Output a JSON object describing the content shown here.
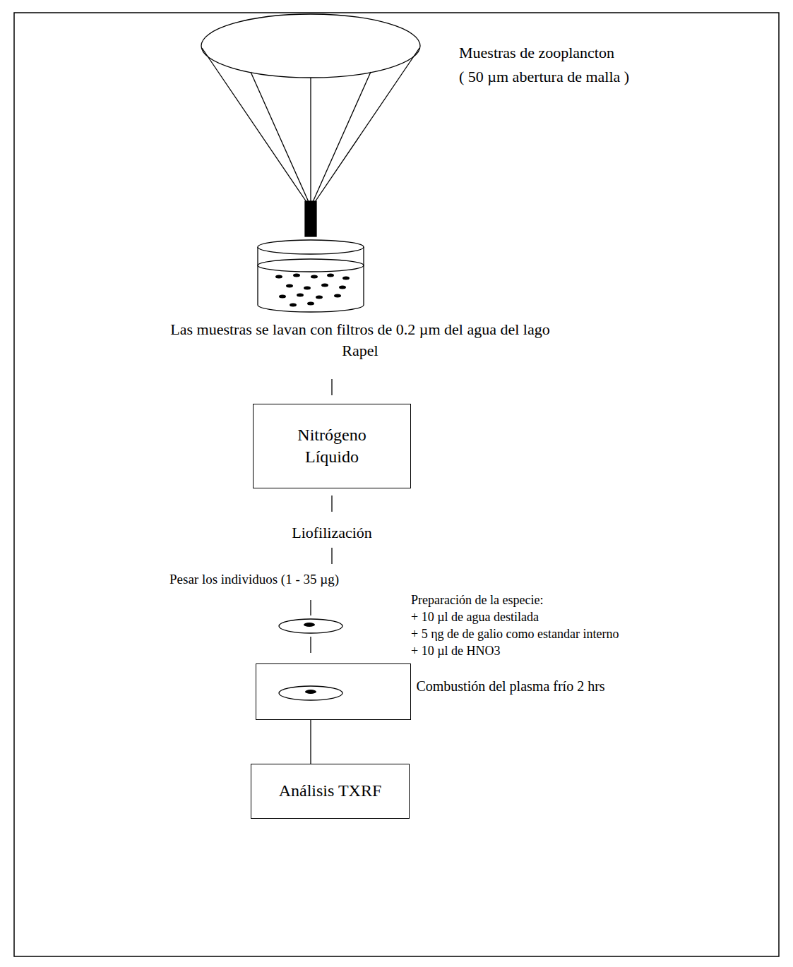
{
  "diagram": {
    "nodes": [
      {
        "text": [
          "Nitrógeno Líquido"
        ]
      },
      {
        "text": [
          "Combustión del plasma frío 2 hrs"
        ]
      },
      {
        "text": [
          "Análisis TXRF"
        ]
      }
    ],
    "edges": [
      {
        "from": 1,
        "to": 2,
        "arrow": "none"
      }
    ],
    "labels": [
      "Muestras de zooplancton",
      "( 50 µm abertura de malla )",
      "Las muestras se lavan con filtros de 0.2 µm del agua del lago Rapel",
      "Liofilización",
      "Pesar los individuos (1 - 35 µg)",
      "Preparación de la especie:",
      "+ 10 µl de agua destilada",
      "+ 5 ηg de de galio como estandar interno",
      "+ 10 µl de HNO3"
    ]
  }
}
